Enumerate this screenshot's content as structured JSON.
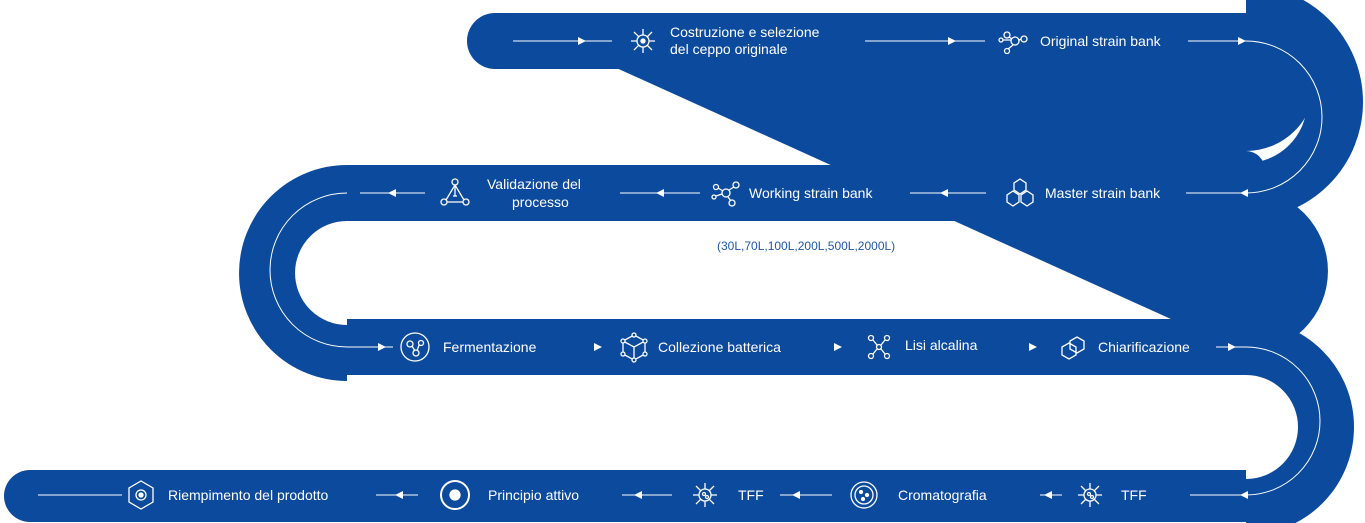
{
  "colors": {
    "band": "#0b4a9c",
    "line": "#ffffff",
    "note": "#1f57a8"
  },
  "rows": [
    {
      "steps": [
        {
          "id": "costruzione",
          "lines": [
            "Costruzione e selezione",
            "del ceppo originale"
          ],
          "icon": "virus-icon"
        },
        {
          "id": "original-bank",
          "lines": [
            "Original strain bank"
          ],
          "icon": "molecule-icon"
        }
      ]
    },
    {
      "steps": [
        {
          "id": "validazione",
          "lines": [
            "Validazione del",
            "processo"
          ],
          "icon": "triangle-network-icon"
        },
        {
          "id": "working-bank",
          "lines": [
            "Working strain bank"
          ],
          "icon": "molecule-cluster-icon"
        },
        {
          "id": "master-bank",
          "lines": [
            "Master strain bank"
          ],
          "icon": "hexagon-cluster-icon"
        }
      ]
    },
    {
      "steps": [
        {
          "id": "fermentazione",
          "lines": [
            "Fermentazione"
          ],
          "icon": "circle-molecule-icon"
        },
        {
          "id": "collezione",
          "lines": [
            "Collezione batterica"
          ],
          "icon": "cube-network-icon"
        },
        {
          "id": "lisi",
          "lines": [
            "Lisi alcalina"
          ],
          "icon": "node-grid-icon"
        },
        {
          "id": "chiarificazione",
          "lines": [
            "Chiarificazione"
          ],
          "icon": "hexagon-pair-icon"
        }
      ]
    },
    {
      "steps": [
        {
          "id": "riempimento",
          "lines": [
            "Riempimento del prodotto"
          ],
          "icon": "hexagon-target-icon"
        },
        {
          "id": "principio",
          "lines": [
            "Principio attivo"
          ],
          "icon": "dot-circle-icon"
        },
        {
          "id": "tff-1",
          "lines": [
            "TFF"
          ],
          "icon": "virus-icon"
        },
        {
          "id": "cromatografia",
          "lines": [
            "Cromatografia"
          ],
          "icon": "bead-icon"
        },
        {
          "id": "tff-2",
          "lines": [
            "TFF"
          ],
          "icon": "virus-icon"
        }
      ]
    }
  ],
  "note": "(30L,70L,100L,200L,500L,2000L)"
}
